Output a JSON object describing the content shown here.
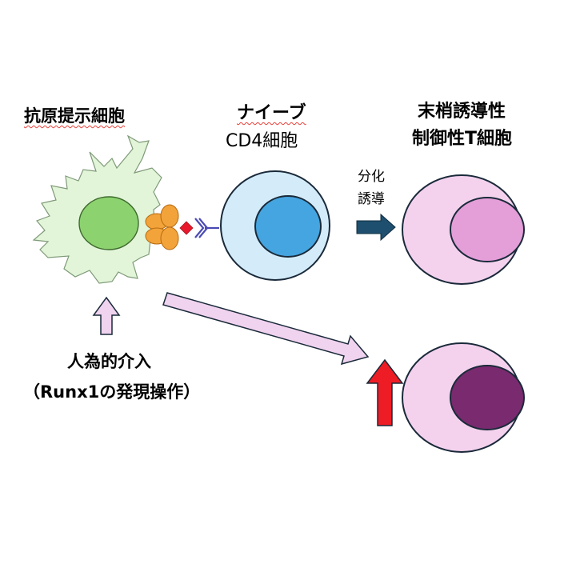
{
  "labels": {
    "apc": "抗原提示細胞",
    "naive_line1": "ナイーブ",
    "naive_line2": "CD4細胞",
    "ptreg_line1": "末梢誘導性",
    "ptreg_line2": "制御性T細胞",
    "induction_line1": "分化",
    "induction_line2": "誘導",
    "intervention_line1": "人為的介入",
    "intervention_line2": "（Runx1の発現操作）"
  },
  "colors": {
    "apc_body": "#e2f5d9",
    "apc_nucleus": "#8cd36f",
    "mhc_molecule": "#f2a33a",
    "antigen": "#e8192c",
    "tcr": "#4a4ab5",
    "naive_body": "#d4ecfa",
    "naive_nucleus": "#45a5e0",
    "ptreg_body": "#f4d2ee",
    "ptreg_nucleus": "#e49ed8",
    "enhanced_nucleus": "#7a2a6e",
    "induction_arrow": "#1e4f6e",
    "intervention_arrow": "#f0d3ee",
    "boost_arrow": "#ee1c24",
    "outline": "#1a2a3a"
  }
}
